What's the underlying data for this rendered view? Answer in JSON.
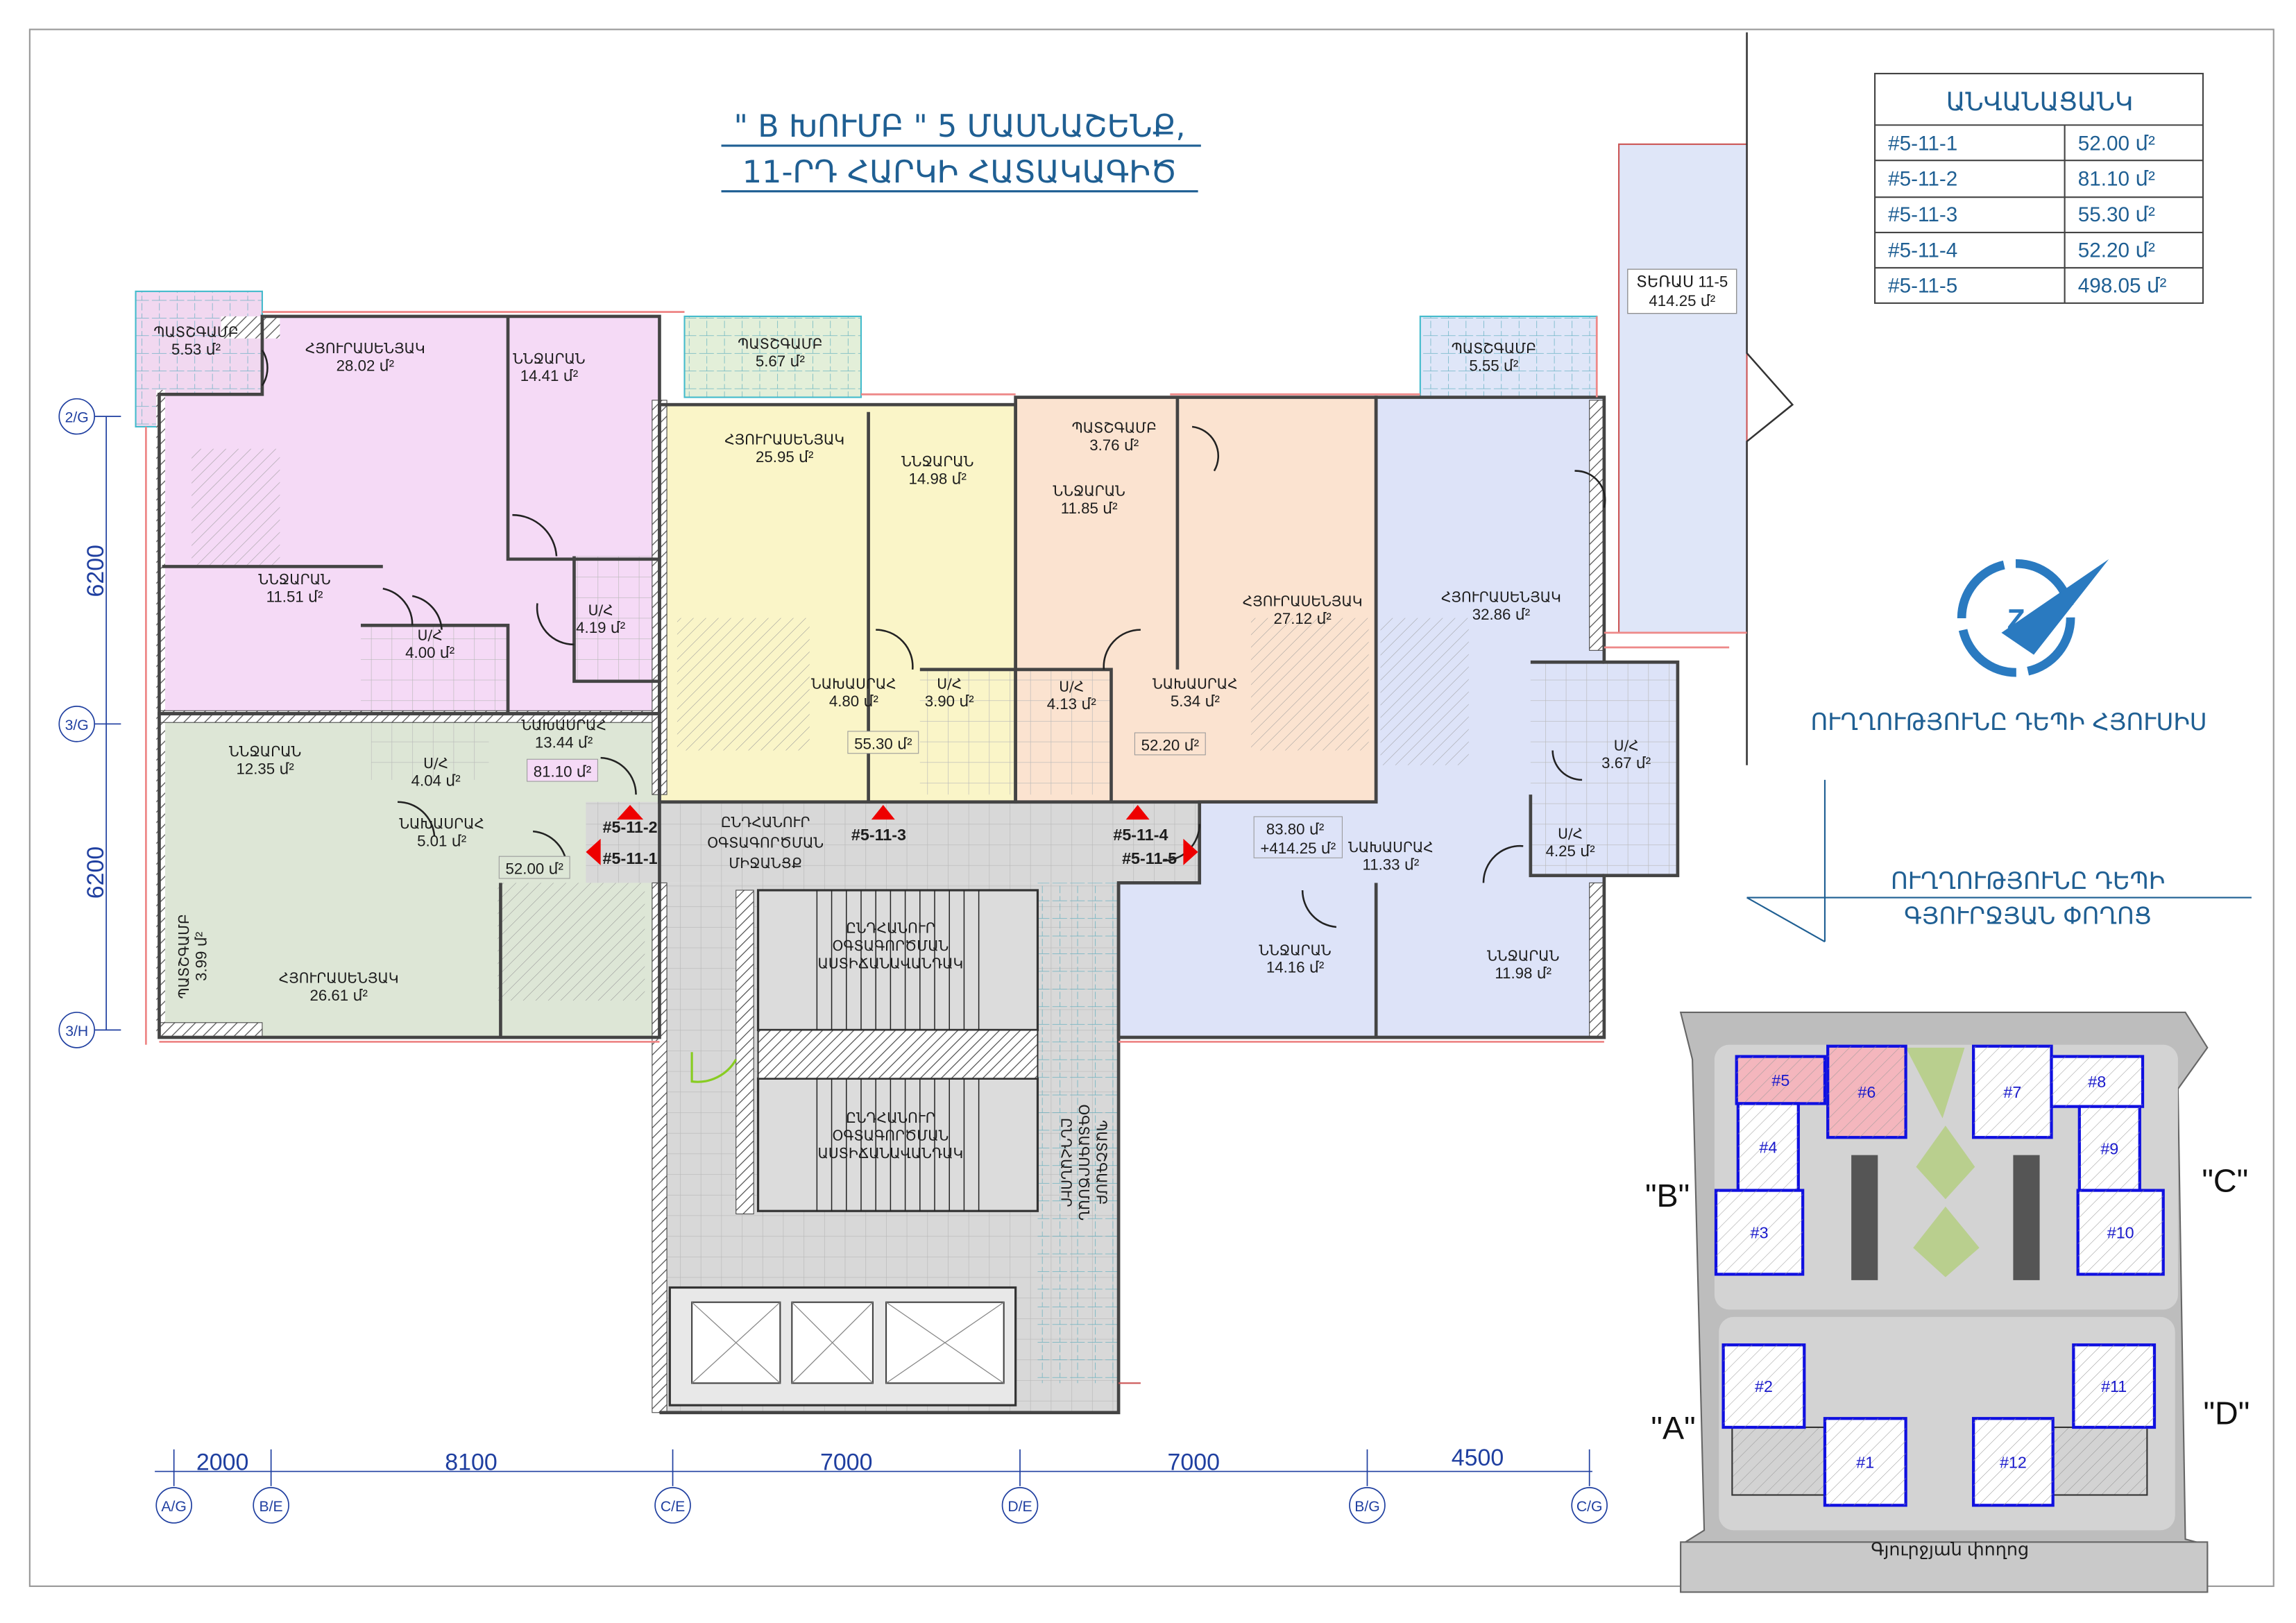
{
  "title": {
    "line1": "\" B ԽՈՒՄԲ \" 5 ՄԱՍՆԱՇԵՆՔ,",
    "line2": "11-ՐԴ  ՀԱՐԿԻ ՀԱՏԱԿԱԳԻԾ"
  },
  "legend": {
    "header": "ԱՆՎԱՆԱՑԱՆԿ",
    "rows": [
      {
        "unit": "#5-11-1",
        "area": "52.00 մ²"
      },
      {
        "unit": "#5-11-2",
        "area": "81.10 մ²"
      },
      {
        "unit": "#5-11-3",
        "area": "55.30 մ²"
      },
      {
        "unit": "#5-11-4",
        "area": "52.20 մ²"
      },
      {
        "unit": "#5-11-5",
        "area": "498.05 մ²"
      }
    ]
  },
  "terrace": {
    "name": "ՏԵՌԱՍ 11-5",
    "area": "414.25 մ²"
  },
  "rooms": [
    {
      "name": "ՊԱՏՇԳԱՄԲ",
      "area": "5.53 մ²"
    },
    {
      "name": "ՀՅՈՒՐԱՍԵՆՅԱԿ",
      "area": "28.02 մ²"
    },
    {
      "name": "ՆՆՋԱՐԱՆ",
      "area": "14.41 մ²"
    },
    {
      "name": "ՆՆՋԱՐԱՆ",
      "area": "11.51 մ²"
    },
    {
      "name": "Ս/Հ",
      "area": "4.00 մ²"
    },
    {
      "name": "Ս/Հ",
      "area": "4.19 մ²"
    },
    {
      "name": "ՆԱԽԱՍՐԱՀ",
      "area": "13.44 մ²"
    },
    {
      "name": "ՆՆՋԱՐԱՆ",
      "area": "12.35 մ²"
    },
    {
      "name": "Ս/Հ",
      "area": "4.04 մ²"
    },
    {
      "name": "ՆԱԽԱՍՐԱՀ",
      "area": "5.01 մ²"
    },
    {
      "name": "ՀՅՈՒՐԱՍԵՆՅԱԿ",
      "area": "26.61 մ²"
    },
    {
      "name": "ՊԱՏՇԳԱՄԲ",
      "area": "5.67 մ²"
    },
    {
      "name": "ՀՅՈՒՐԱՍԵՆՅԱԿ",
      "area": "25.95 մ²"
    },
    {
      "name": "ՆՆՋԱՐԱՆ",
      "area": "14.98 մ²"
    },
    {
      "name": "ՆԱԽԱՍՐԱՀ",
      "area": "4.80 մ²"
    },
    {
      "name": "Ս/Հ",
      "area": "3.90 մ²"
    },
    {
      "name": "ՊԱՏՇԳԱՄԲ",
      "area": "3.76 մ²"
    },
    {
      "name": "ՆՆՋԱՐԱՆ",
      "area": "11.85 մ²"
    },
    {
      "name": "Ս/Հ",
      "area": "4.13 մ²"
    },
    {
      "name": "ՆԱԽԱՍՐԱՀ",
      "area": "5.34 մ²"
    },
    {
      "name": "ՀՅՈՒՐԱՍԵՆՅԱԿ",
      "area": "27.12 մ²"
    },
    {
      "name": "ՊԱՏՇԳԱՄԲ",
      "area": "5.55 մ²"
    },
    {
      "name": "ՀՅՈՒՐԱՍԵՆՅԱԿ",
      "area": "32.86 մ²"
    },
    {
      "name": "Ս/Հ",
      "area": "3.67 մ²"
    },
    {
      "name": "Ս/Հ",
      "area": "4.25 մ²"
    },
    {
      "name": "ՆԱԽԱՍՐԱՀ",
      "area": "11.33 մ²"
    },
    {
      "name": "ՆՆՋԱՐԱՆ",
      "area": "14.16 մ²"
    },
    {
      "name": "ՆՆՋԱՐԱՆ",
      "area": "11.98 մ²"
    }
  ],
  "balcony_small": {
    "name": "ՊԱՏՇԳԱՄԲ",
    "area": "3.99 մ²"
  },
  "unit_totals": [
    "81.10 մ²",
    "52.00 մ²",
    "55.30 մ²",
    "52.20 մ²",
    "83.80 մ²",
    "+414.25 մ²"
  ],
  "unit_tags": [
    "#5-11-2",
    "#5-11-1",
    "#5-11-3",
    "#5-11-4",
    "#5-11-5"
  ],
  "corridor": [
    "ԸՆԴՀԱՆՈՒՐ",
    "ՕԳՏԱԳՈՐԾՄԱՆ",
    "ՄԻՋԱՆՑՔ"
  ],
  "stairs": [
    "ԸՆԴՀԱՆՈՒՐ",
    "ՕԳՏԱԳՈՐԾՄԱՆ",
    "ԱՍՏԻՃԱՆԱՎԱՆԴԱԿ"
  ],
  "common_balcony": [
    "ԸՆԴՀԱՆՈՒՐ",
    "ՕԳՏԱԳՈՐԾՄԱՆ",
    "ՊԱՏՇԳԱՄԲ"
  ],
  "dimensions": {
    "horizontal": [
      "2000",
      "8100",
      "7000",
      "7000",
      "4500"
    ],
    "vertical": [
      "6200",
      "6200"
    ],
    "axes_bottom": [
      "A/G",
      "B/E",
      "C/E",
      "D/E",
      "B/G",
      "C/G"
    ],
    "axes_left": [
      "2/G",
      "3/G",
      "3/H"
    ]
  },
  "compass": {
    "north": "ՈՒՂՂՈՒԹՅՈՒՆԸ ԴԵՊԻ ՀՅՈՒՍԻՍ",
    "street_dir1": "ՈՒՂՂՈՒԹՅՈՒՆԸ ԴԵՊԻ",
    "street_dir2": "ԳՅՈՒՐՋՅԱՆ ՓՈՂՈՑ"
  },
  "site_plan": {
    "buildings": [
      "#5",
      "#6",
      "#7",
      "#8",
      "#4",
      "#9",
      "#3",
      "#10",
      "#2",
      "#1",
      "#12",
      "#11"
    ],
    "groups": [
      "\"B\"",
      "\"C\"",
      "\"A\"",
      "\"D\""
    ],
    "street": "Գյուրջյան փողոց",
    "highlight": "#f4b6bd",
    "outline": "#1010e0"
  }
}
